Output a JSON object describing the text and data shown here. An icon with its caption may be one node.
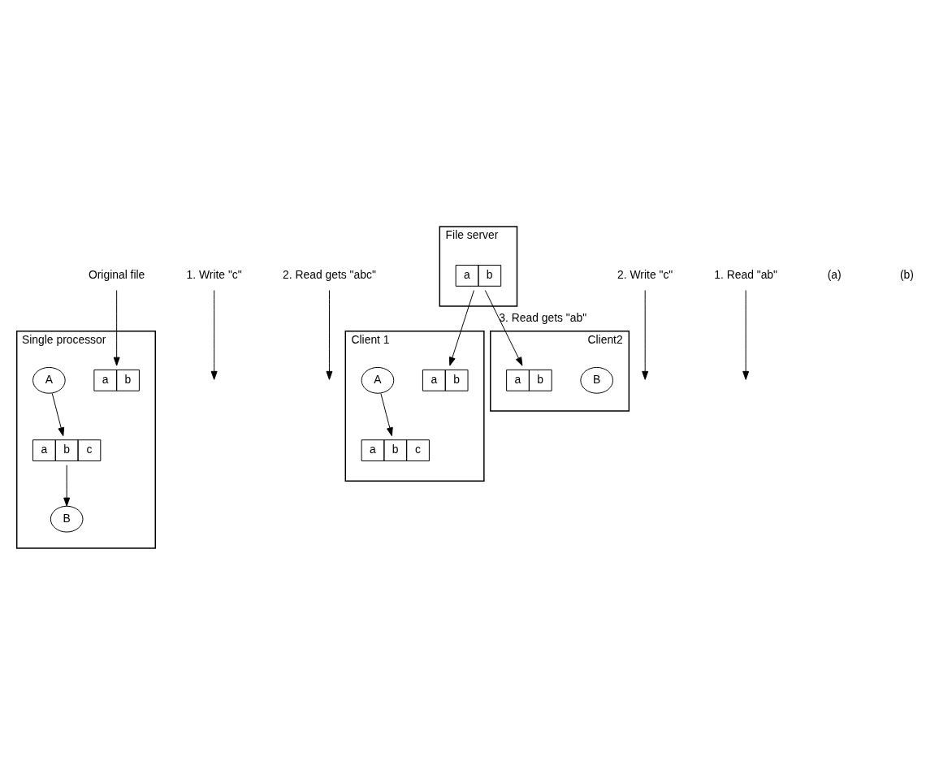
{
  "diagram": {
    "nodes": [
      {
        "text": [
          "Single processor"
        ]
      },
      {
        "text": [
          "a",
          "b"
        ],
        "in": 0
      },
      {
        "text": [
          "A"
        ],
        "in": 0
      },
      {
        "text": [
          "a",
          "b",
          "c"
        ],
        "in": 0
      },
      {
        "text": [
          "B"
        ],
        "in": 0
      },
      {
        "text": [
          "1. Write \"c\""
        ]
      },
      {
        "text": [
          "Original file"
        ]
      },
      {
        "text": [
          "2. Read gets \"abc\""
        ]
      },
      {
        "text": [
          "Client 1"
        ]
      },
      {
        "text": [
          "a",
          "b"
        ],
        "in": 8
      },
      {
        "text": [
          "A"
        ],
        "in": 8
      },
      {
        "text": [
          "a",
          "b",
          "c"
        ],
        "in": 8
      },
      {
        "text": [
          "2. Write \"c\""
        ]
      },
      {
        "text": [
          "File server"
        ]
      },
      {
        "text": [
          "a",
          "b"
        ],
        "in": 13
      },
      {
        "text": [
          "Client2"
        ]
      },
      {
        "text": [
          "B"
        ],
        "in": 15
      },
      {
        "text": [
          "a",
          "b"
        ],
        "in": 15
      },
      {
        "text": [
          "1. Read \"ab\""
        ]
      }
    ],
    "edges": [
      {
        "from": 2,
        "to": 3,
        "arrow": "to"
      },
      {
        "from": 3,
        "to": 4,
        "arrow": "to"
      },
      {
        "from": 5,
        "to": null,
        "arrow": "to"
      },
      {
        "from": 6,
        "to": 1,
        "arrow": "to"
      },
      {
        "from": 7,
        "to": null,
        "arrow": "to"
      },
      {
        "from": 10,
        "to": 11,
        "arrow": "to"
      },
      {
        "from": 12,
        "to": null,
        "arrow": "to"
      },
      {
        "from": 14,
        "to": 9,
        "arrow": "to"
      },
      {
        "from": 18,
        "to": null,
        "arrow": "to"
      },
      {
        "from": 14,
        "to": 17,
        "arrow": "to",
        "label": "3. Read gets \"ab\""
      }
    ],
    "labels": [
      "(a)",
      "(b)"
    ]
  }
}
